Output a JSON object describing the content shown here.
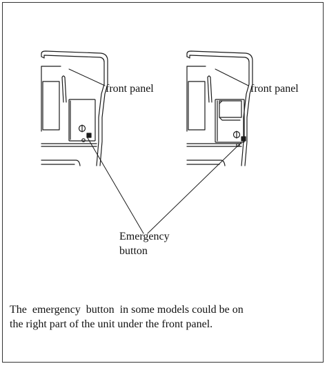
{
  "labels": {
    "front_panel_left": "front panel",
    "front_panel_right": "front panel",
    "emergency_line1": "Emergency",
    "emergency_line2": "button"
  },
  "caption": {
    "line1": "The  emergency  button  in some models could be on",
    "line2": "the right part of the unit under the front panel."
  },
  "colors": {
    "line": "#1a1a1a",
    "background": "#ffffff"
  }
}
